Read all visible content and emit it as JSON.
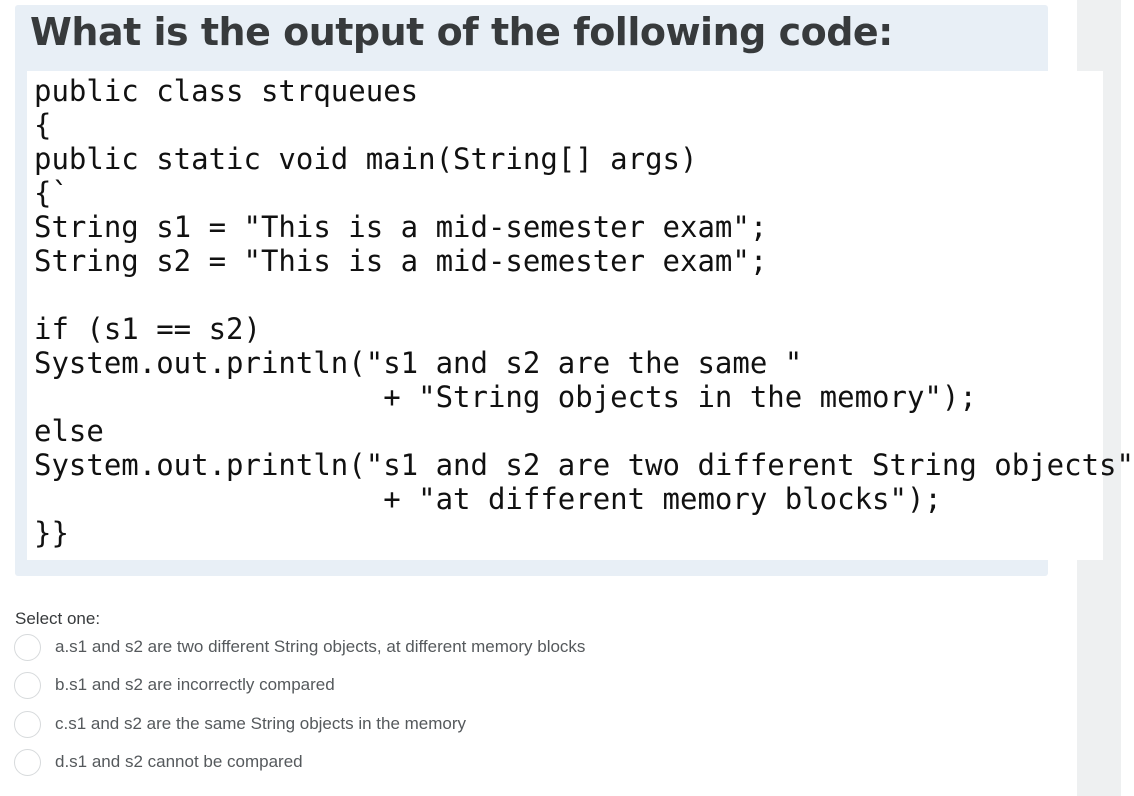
{
  "question": {
    "title": "What is the output of the following code:",
    "code_lines": [
      "public class strqueues",
      "{",
      "public static void main(String[] args)",
      "{`",
      "String s1 = \"This is a mid-semester exam\";",
      "String s2 = \"This is a mid-semester exam\";",
      "if (s1 == s2)",
      "System.out.println(\"s1 and s2 are the same \"",
      "                    + \"String objects in the memory\");",
      "else",
      "System.out.println(\"s1 and s2 are two different String objects\"",
      "                    + \"at different memory blocks\");",
      "}}"
    ]
  },
  "answers": {
    "prompt": "Select one:",
    "options": [
      {
        "label": "a.s1 and s2 are two different String objects, at different memory blocks",
        "selected": false
      },
      {
        "label": "b.s1 and s2 are incorrectly compared",
        "selected": false
      },
      {
        "label": "c.s1 and s2 are the same String objects in the memory",
        "selected": false
      },
      {
        "label": "d.s1 and s2 cannot be compared",
        "selected": false
      }
    ]
  }
}
